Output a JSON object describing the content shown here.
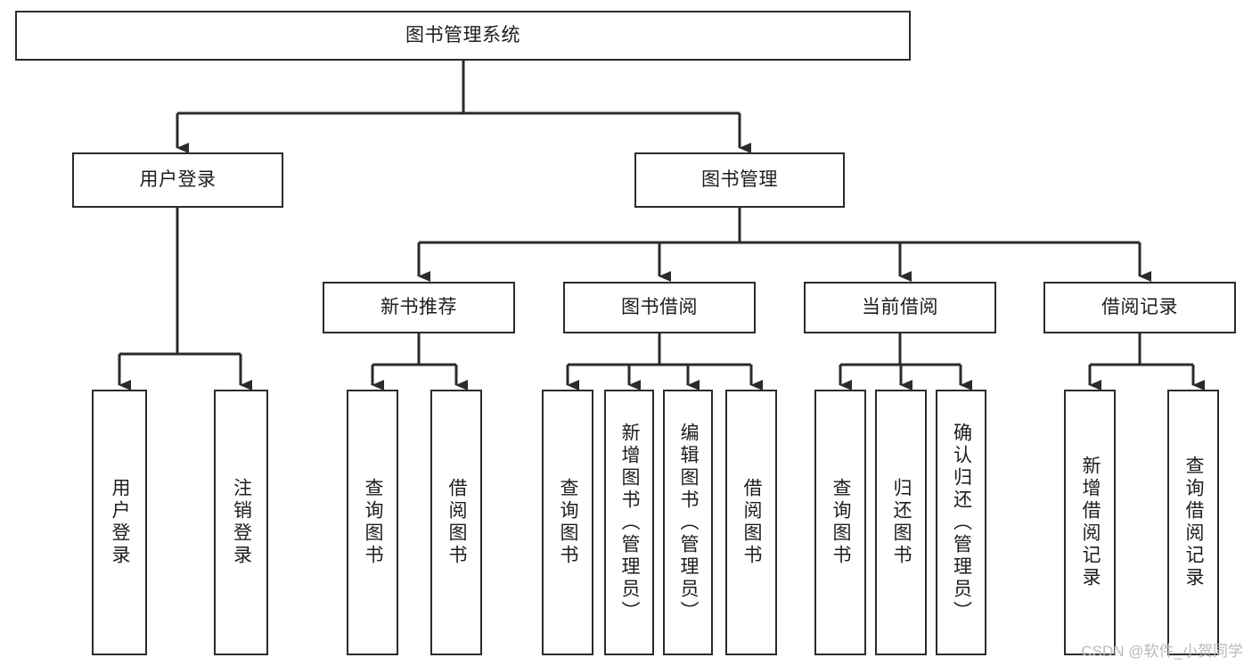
{
  "diagram": {
    "title": "图书管理系统",
    "type": "tree-hierarchy-diagram",
    "colors": {
      "box_border": "#2b2b2b",
      "box_fill": "#ffffff",
      "edge": "#2b2b2b",
      "text": "#1d1d1d",
      "watermark": "#b9b9b9",
      "background": "#ffffff"
    },
    "watermark": "CSDN @软件_小贺同学",
    "levels": {
      "root": {
        "label": "图书管理系统"
      },
      "level2": [
        {
          "label": "用户登录"
        },
        {
          "label": "图书管理"
        }
      ],
      "level3": [
        {
          "label": "新书推荐"
        },
        {
          "label": "图书借阅"
        },
        {
          "label": "当前借阅"
        },
        {
          "label": "借阅记录"
        }
      ],
      "leaves": [
        {
          "label": "用户登录"
        },
        {
          "label": "注销登录"
        },
        {
          "label": "查询图书"
        },
        {
          "label": "借阅图书"
        },
        {
          "label": "查询图书"
        },
        {
          "label": "新增图书（管理员）"
        },
        {
          "label": "编辑图书（管理员）"
        },
        {
          "label": "借阅图书"
        },
        {
          "label": "查询图书"
        },
        {
          "label": "归还图书"
        },
        {
          "label": "确认归还（管理员）"
        },
        {
          "label": "新增借阅记录"
        },
        {
          "label": "查询借阅记录"
        }
      ]
    },
    "tree": {
      "name": "图书管理系统",
      "children": [
        {
          "name": "用户登录",
          "children": [
            {
              "name": "用户登录"
            },
            {
              "name": "注销登录"
            }
          ]
        },
        {
          "name": "图书管理",
          "children": [
            {
              "name": "新书推荐",
              "children": [
                {
                  "name": "查询图书"
                },
                {
                  "name": "借阅图书"
                }
              ]
            },
            {
              "name": "图书借阅",
              "children": [
                {
                  "name": "查询图书"
                },
                {
                  "name": "新增图书（管理员）"
                },
                {
                  "name": "编辑图书（管理员）"
                },
                {
                  "name": "借阅图书"
                }
              ]
            },
            {
              "name": "当前借阅",
              "children": [
                {
                  "name": "查询图书"
                },
                {
                  "name": "归还图书"
                },
                {
                  "name": "确认归还（管理员）"
                }
              ]
            },
            {
              "name": "借阅记录",
              "children": [
                {
                  "name": "新增借阅记录"
                },
                {
                  "name": "查询借阅记录"
                }
              ]
            }
          ]
        }
      ]
    }
  }
}
